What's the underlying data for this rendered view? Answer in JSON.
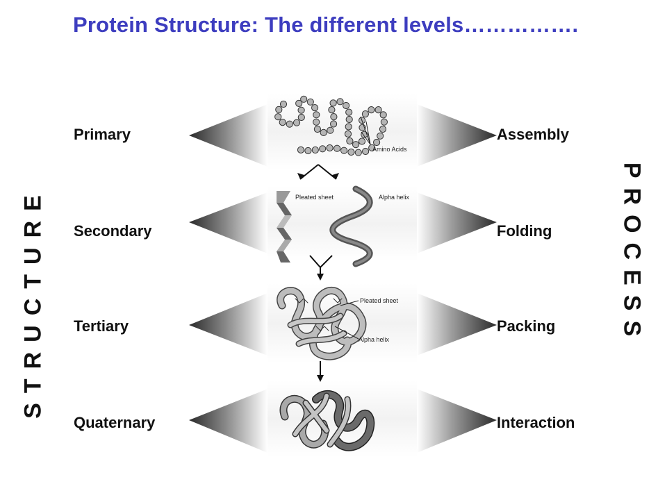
{
  "title": "Protein Structure: The different levels…………….",
  "structure_label": "STRUCTURE",
  "process_label": "PROCESS",
  "levels": [
    {
      "structure": "Primary",
      "process": "Assembly"
    },
    {
      "structure": "Secondary",
      "process": "Folding"
    },
    {
      "structure": "Tertiary",
      "process": "Packing"
    },
    {
      "structure": "Quaternary",
      "process": "Interaction"
    }
  ],
  "figure_labels": {
    "amino_acids": "Amino Acids",
    "pleated_sheet": "Pleated sheet",
    "alpha_helix": "Alpha helix",
    "pleated_sheet_2": "Pleated sheet",
    "alpha_helix_2": "Alpha helix"
  }
}
